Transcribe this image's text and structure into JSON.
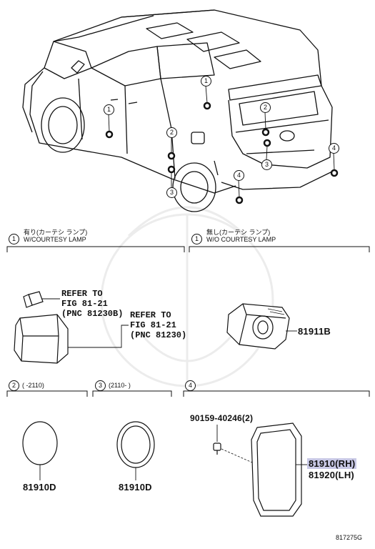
{
  "callouts": {
    "c1": "1",
    "c2": "2",
    "c3": "3",
    "c4": "4"
  },
  "sections": {
    "s1_left": {
      "num": "1",
      "jp": "有り(カーテシ ランプ)",
      "en": "W/COURTESY LAMP"
    },
    "s1_right": {
      "num": "1",
      "jp": "無し(カーテシ ランプ)",
      "en": "W/O COURTESY LAMP"
    },
    "s2": {
      "num": "2",
      "range": "(     -2110)"
    },
    "s3": {
      "num": "3",
      "range": "(2110-     )"
    },
    "s4": {
      "num": "4"
    }
  },
  "refer1": [
    "REFER TO",
    "FIG 81-21",
    "(PNC 81230B)"
  ],
  "refer2": [
    "REFER TO",
    "FIG 81-21",
    "(PNC 81230)"
  ],
  "parts": {
    "p81911B": "81911B",
    "p81910D_a": "81910D",
    "p81910D_b": "81910D",
    "p90159": "90159-40246(2)",
    "p81910RH": "81910(RH)",
    "p81920LH": "81920(LH)"
  },
  "figure_id": "817275G"
}
